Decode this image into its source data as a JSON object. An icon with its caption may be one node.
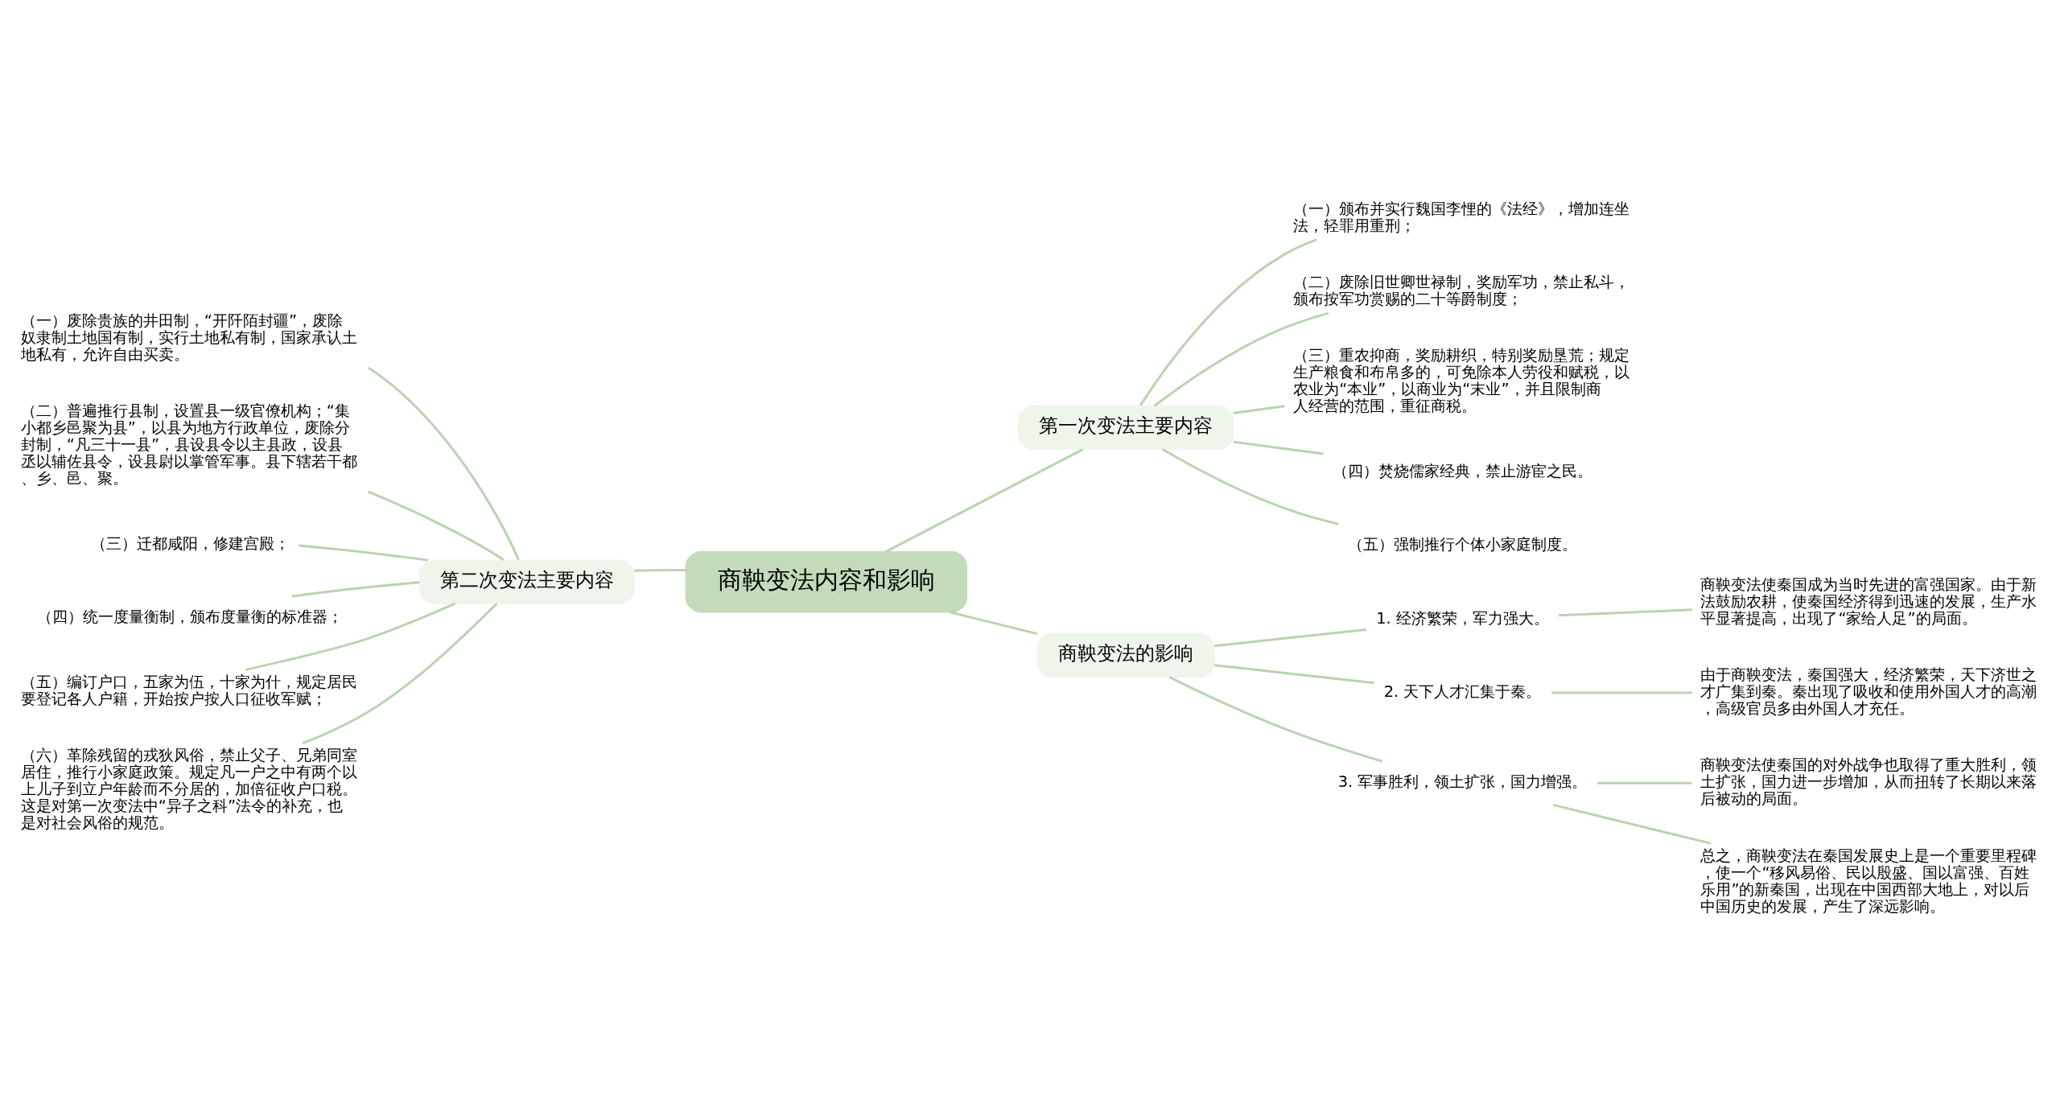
{
  "diagram": {
    "nodes": [
      {
        "text": [
          "商鞅变法内容和影响"
        ]
      },
      {
        "text": [
          "第一次变法主要内容"
        ]
      },
      {
        "text": [
          "（一）颁布并实行魏国李悝的《法经》，增加连坐法，轻罪用重刑；"
        ]
      },
      {
        "text": [
          "（二）废除旧世卿世禄制，奖励军功，禁止私斗，颁布按军功赏赐的二十等爵制度；"
        ]
      },
      {
        "text": [
          "（三）重农抑商，奖励耕织，特别奖励垦荒；规定生产粮食和布帛多的，可免除本人劳役和赋税，以农业为“本业”，以商业为“末业”，并且限制商人经营的范围，重征商税。"
        ]
      },
      {
        "text": [
          "（四）焚烧儒家经典，禁止游宦之民。"
        ]
      },
      {
        "text": [
          "（五）强制推行个体小家庭制度。"
        ]
      },
      {
        "text": [
          "商鞅变法的影响"
        ]
      },
      {
        "text": [
          "1. 经济繁荣，军力强大。"
        ]
      },
      {
        "text": [
          "商鞅变法使秦国成为当时先进的富强国家。由于新法鼓励农耕，使秦国经济得到迅速的发展，生产水平显著提高，出现了“家给人足”的局面。"
        ]
      },
      {
        "text": [
          "2. 天下人才汇集于秦。"
        ]
      },
      {
        "text": [
          "由于商鞅变法，秦国强大，经济繁荣，天下济世之才广集到秦。秦出现了吸收和使用外国人才的高潮，高级官员多由外国人才充任。"
        ]
      },
      {
        "text": [
          "3. 军事胜利，领土扩张，国力增强。"
        ]
      },
      {
        "text": [
          "商鞅变法使秦国的对外战争也取得了重大胜利，领土扩张，国力进一步增加，从而扭转了长期以来落后被动的局面。"
        ]
      },
      {
        "text": [
          "总之，商鞅变法在秦国发展史上是一个重要里程碑，使一个“移风易俗、民以殷盛、国以富强、百姓乐用”的新秦国，出现在中国西部大地上，对以后中国历史的发展，产生了深远影响。"
        ]
      },
      {
        "text": [
          "第二次变法主要内容"
        ]
      },
      {
        "text": [
          "（一）废除贵族的井田制，“开阡陌封疆”，废除奴隶制土地国有制，实行土地私有制，国家承认土地私有，允许自由买卖。"
        ]
      },
      {
        "text": [
          "（二）普遍推行县制，设置县一级官僚机构；“集小都乡邑聚为县”，以县为地方行政单位，废除分封制，“凡三十一县”，县设县令以主县政，设县丞以辅佐县令，设县尉以掌管军事。县下辖若干都、乡、邑、聚。"
        ]
      },
      {
        "text": [
          "（三）迁都咸阳，修建宫殿；"
        ]
      },
      {
        "text": [
          "（四）统一度量衡制，颁布度量衡的标准器；"
        ]
      },
      {
        "text": [
          "（五）编订户口，五家为伍，十家为什，规定居民要登记各人户籍，开始按户按人口征收军赋；"
        ]
      },
      {
        "text": [
          "（六）革除残留的戎狄风俗，禁止父子、兄弟同室居住，推行小家庭政策。规定凡一户之中有两个以上儿子到立户年龄而不分居的，加倍征收户口税。这是对第一次变法中“异子之科”法令的补充，也是对社会风俗的规范。"
        ]
      }
    ],
    "edges": [
      {
        "from": 0,
        "to": 1,
        "arrow": "none"
      },
      {
        "from": 1,
        "to": 2,
        "arrow": "none"
      },
      {
        "from": 1,
        "to": 3,
        "arrow": "none"
      },
      {
        "from": 1,
        "to": 4,
        "arrow": "none"
      },
      {
        "from": 1,
        "to": 5,
        "arrow": "none"
      },
      {
        "from": 1,
        "to": 6,
        "arrow": "none"
      },
      {
        "from": 0,
        "to": 7,
        "arrow": "none"
      },
      {
        "from": 7,
        "to": 8,
        "arrow": "none"
      },
      {
        "from": 8,
        "to": 9,
        "arrow": "none"
      },
      {
        "from": 7,
        "to": 10,
        "arrow": "none"
      },
      {
        "from": 10,
        "to": 11,
        "arrow": "none"
      },
      {
        "from": 7,
        "to": 12,
        "arrow": "none"
      },
      {
        "from": 12,
        "to": 13,
        "arrow": "none"
      },
      {
        "from": 12,
        "to": 14,
        "arrow": "none"
      },
      {
        "from": 0,
        "to": 15,
        "arrow": "none"
      },
      {
        "from": 15,
        "to": 16,
        "arrow": "none"
      },
      {
        "from": 15,
        "to": 17,
        "arrow": "none"
      },
      {
        "from": 15,
        "to": 18,
        "arrow": "none"
      },
      {
        "from": 15,
        "to": 19,
        "arrow": "none"
      },
      {
        "from": 15,
        "to": 20,
        "arrow": "none"
      },
      {
        "from": 15,
        "to": 21,
        "arrow": "none"
      }
    ]
  }
}
